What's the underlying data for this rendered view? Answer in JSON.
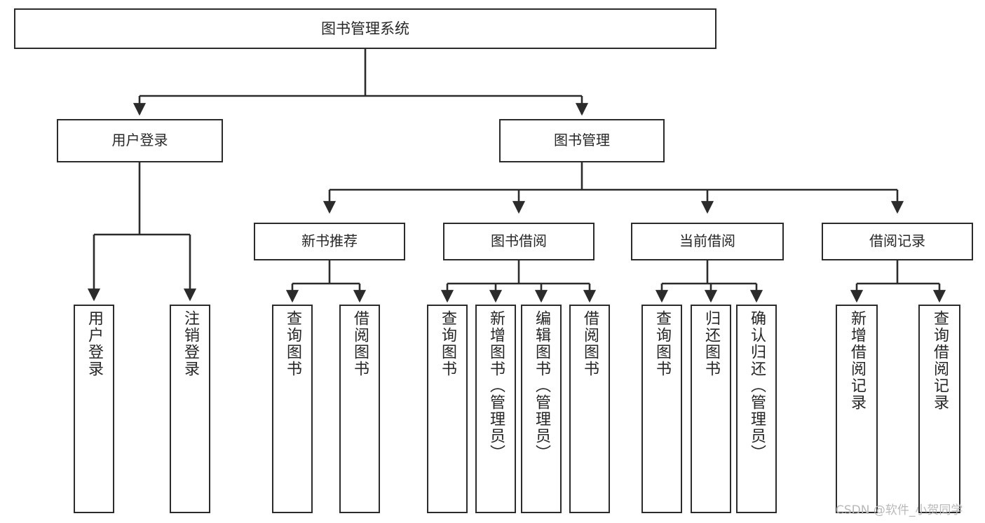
{
  "diagram": {
    "title": "图书管理系统",
    "type": "hierarchy-tree",
    "orientation": "top-down",
    "colors": {
      "box_border": "#2b2b2b",
      "box_fill": "#ffffff",
      "connector": "#2b2b2b",
      "text": "#262626",
      "watermark": "#b9b9b9",
      "background": "#ffffff"
    },
    "root": {
      "label": "图书管理系统"
    },
    "level1": [
      {
        "label": "用户登录"
      },
      {
        "label": "图书管理"
      }
    ],
    "level2": [
      {
        "label": "新书推荐"
      },
      {
        "label": "图书借阅"
      },
      {
        "label": "当前借阅"
      },
      {
        "label": "借阅记录"
      }
    ],
    "leaves": {
      "user_login": [
        {
          "label": "用户登录"
        },
        {
          "label": "注销登录"
        }
      ],
      "new_book_recommend": [
        {
          "label": "查询图书"
        },
        {
          "label": "借阅图书"
        }
      ],
      "book_borrow": [
        {
          "label": "查询图书"
        },
        {
          "label": "新增图书（管理员）"
        },
        {
          "label": "编辑图书（管理员）"
        },
        {
          "label": "借阅图书"
        }
      ],
      "current_borrow": [
        {
          "label": "查询图书"
        },
        {
          "label": "归还图书"
        },
        {
          "label": "确认归还（管理员）"
        }
      ],
      "borrow_record": [
        {
          "label": "新增借阅记录"
        },
        {
          "label": "查询借阅记录"
        }
      ]
    }
  },
  "watermark": {
    "text": "CSDN @软件_小贺同学"
  }
}
